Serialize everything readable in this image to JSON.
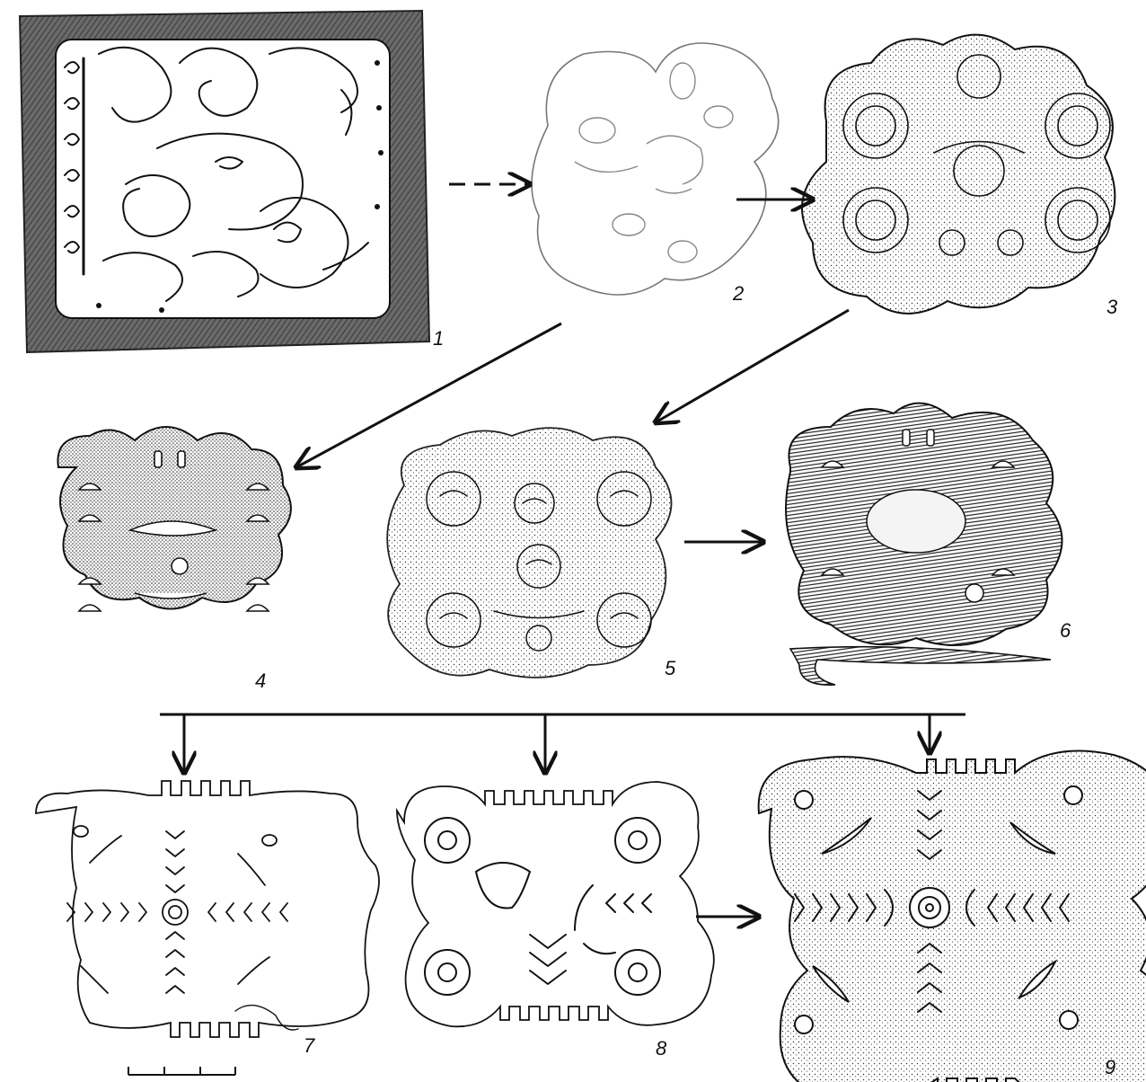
{
  "figures": [
    {
      "label": "1"
    },
    {
      "label": "2"
    },
    {
      "label": "3"
    },
    {
      "label": "4"
    },
    {
      "label": "5"
    },
    {
      "label": "6"
    },
    {
      "label": "7"
    },
    {
      "label": "8"
    },
    {
      "label": "9"
    }
  ],
  "colors": {
    "ink": "#111111",
    "frame": "#555555",
    "paper": "#ffffff"
  }
}
